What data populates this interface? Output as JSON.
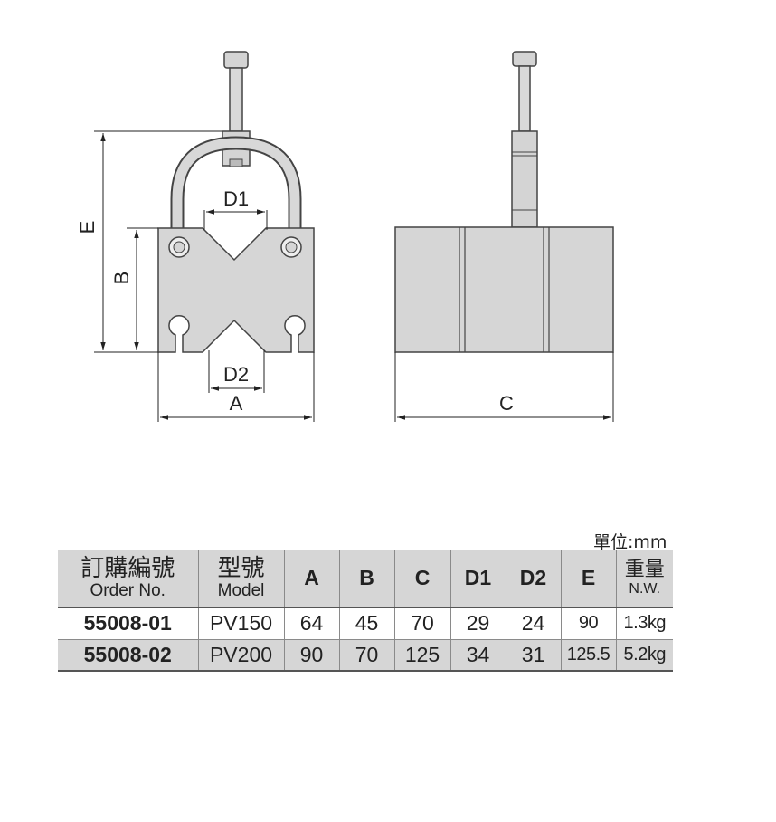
{
  "drawing": {
    "labels": {
      "E": "E",
      "B": "B",
      "A": "A",
      "C": "C",
      "D1": "D1",
      "D2": "D2"
    }
  },
  "unit_label": "單位:mm",
  "table": {
    "headers": {
      "order_zh": "訂購編號",
      "order_en": "Order No.",
      "model_zh": "型號",
      "model_en": "Model",
      "A": "A",
      "B": "B",
      "C": "C",
      "D1": "D1",
      "D2": "D2",
      "E": "E",
      "weight_zh": "重量",
      "weight_en": "N.W."
    },
    "rows": [
      {
        "order": "55008-01",
        "model": "PV150",
        "A": "64",
        "B": "45",
        "C": "70",
        "D1": "29",
        "D2": "24",
        "E": "90",
        "weight": "1.3kg"
      },
      {
        "order": "55008-02",
        "model": "PV200",
        "A": "90",
        "B": "70",
        "C": "125",
        "D1": "34",
        "D2": "31",
        "E": "125.5",
        "weight": "5.2kg"
      }
    ]
  }
}
